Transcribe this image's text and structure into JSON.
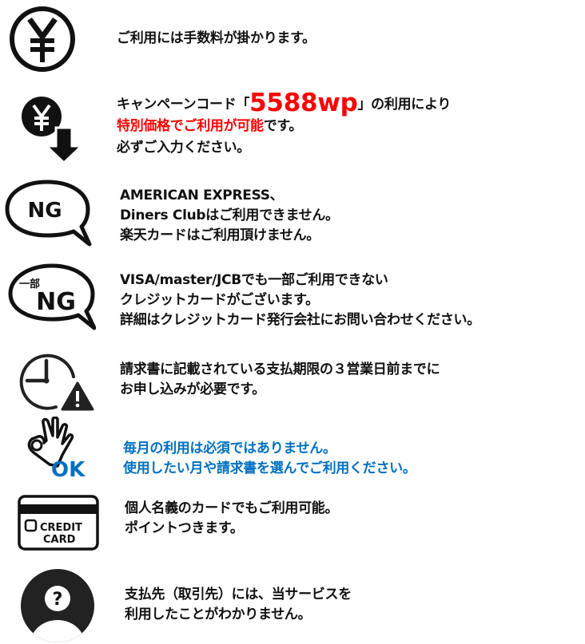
{
  "colors": {
    "accent_red": "#ff0000",
    "accent_blue": "#0070c0",
    "text": "#111111"
  },
  "items": [
    {
      "icon": "yen-circle-icon",
      "lines": [
        "ご利用には手数料が掛かります。"
      ]
    },
    {
      "icon": "yen-down-arrow-icon",
      "line1_pre": "キャンペーンコード「",
      "code": "5588wp",
      "line1_post": "」の利用により",
      "line2_red": "特別価格でご利用が可能",
      "line2_post": "です。",
      "line3": "必ずご入力ください。"
    },
    {
      "icon": "ng-speech-bubble-icon",
      "icon_text": "NG",
      "lines": [
        "AMERICAN EXPRESS、",
        "Diners Clubはご利用できません。",
        "楽天カードはご利用頂けません。"
      ]
    },
    {
      "icon": "partial-ng-speech-bubble-icon",
      "icon_small": "一部",
      "icon_text": "NG",
      "lines": [
        "VISA/master/JCBでも一部ご利用できない",
        "クレジットカードがございます。",
        "詳細はクレジットカード発行会社にお問い合わせください。"
      ]
    },
    {
      "icon": "clock-warning-icon",
      "lines": [
        "請求書に記載されている支払期限の３営業日前までに",
        "お申し込みが必要です。"
      ]
    },
    {
      "icon": "ok-hand-icon",
      "icon_text": "OK",
      "lines": [
        "毎月の利用は必須ではありません。",
        "使用したい月や請求書を選んでご利用ください。"
      ]
    },
    {
      "icon": "credit-card-icon",
      "icon_text1": "CREDIT",
      "icon_text2": "CARD",
      "lines": [
        "個人名義のカードでもご利用可能。",
        "ポイントつきます。"
      ]
    },
    {
      "icon": "unknown-person-icon",
      "icon_text": "?",
      "lines": [
        "支払先（取引先）には、当サービスを",
        "利用したことがわかりません。"
      ]
    }
  ]
}
